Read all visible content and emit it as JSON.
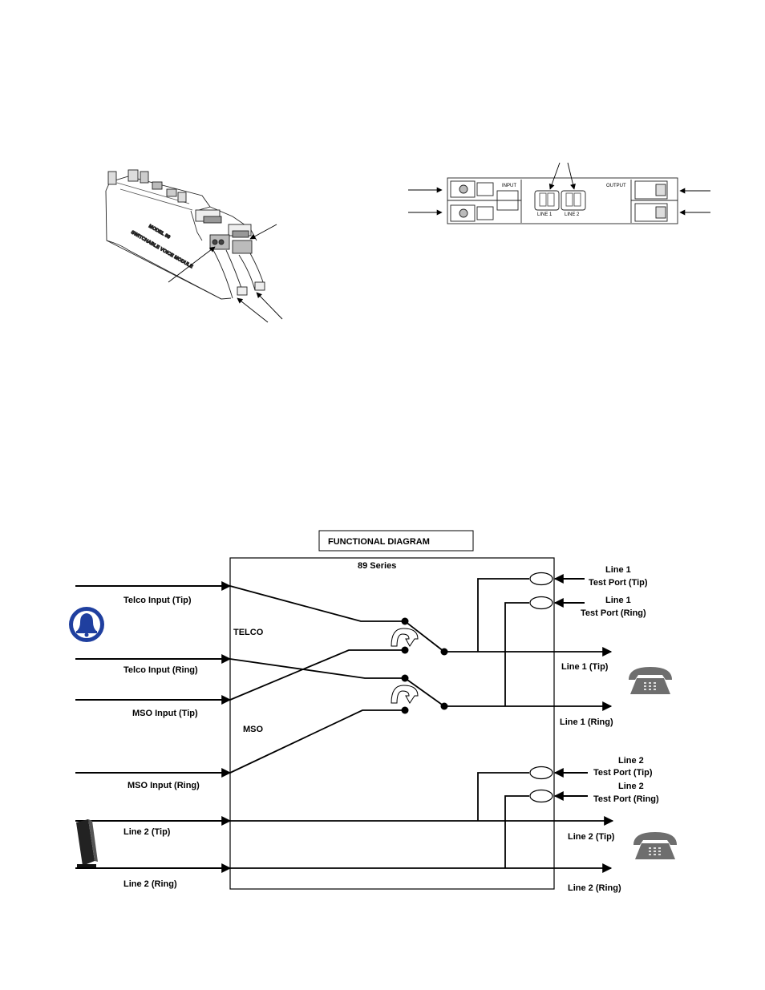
{
  "module_sketch": {
    "label_line1": "MODEL 89",
    "label_line2": "SWITCHABLE VOICE MODULE"
  },
  "top_view": {
    "input_label": "INPUT",
    "output_label": "OUTPUT",
    "line1_label": "LINE 1",
    "line2_label": "LINE 2"
  },
  "diagram": {
    "title": "FUNCTIONAL DIAGRAM",
    "series": "89 Series",
    "telco_section": "TELCO",
    "mso_section": "MSO",
    "inputs": {
      "telco_tip": "Telco Input (Tip)",
      "telco_ring": "Telco Input (Ring)",
      "mso_tip": "MSO Input (Tip)",
      "mso_ring": "MSO Input (Ring)",
      "line2_tip": "Line 2  (Tip)",
      "line2_ring": "Line 2 (Ring)"
    },
    "outputs": {
      "line1_tip": "Line 1 (Tip)",
      "line1_ring": "Line 1  (Ring)",
      "line2_tip": "Line 2 (Tip)",
      "line2_ring": "Line 2 (Ring)"
    },
    "test_ports": {
      "l1_tip_a": "Line 1",
      "l1_tip_b": "Test Port (Tip)",
      "l1_ring_a": "Line 1",
      "l1_ring_b": "Test Port (Ring)",
      "l2_tip_a": "Line 2",
      "l2_tip_b": "Test Port (Tip)",
      "l2_ring_a": "Line 2",
      "l2_ring_b": "Test Port (Ring)"
    },
    "icons": [
      "bell-logo-icon",
      "modem-icon",
      "telephone-icon"
    ],
    "colors": {
      "bell": "#1f3f9f",
      "phone": "#6e6e6e",
      "line": "#000000"
    }
  }
}
